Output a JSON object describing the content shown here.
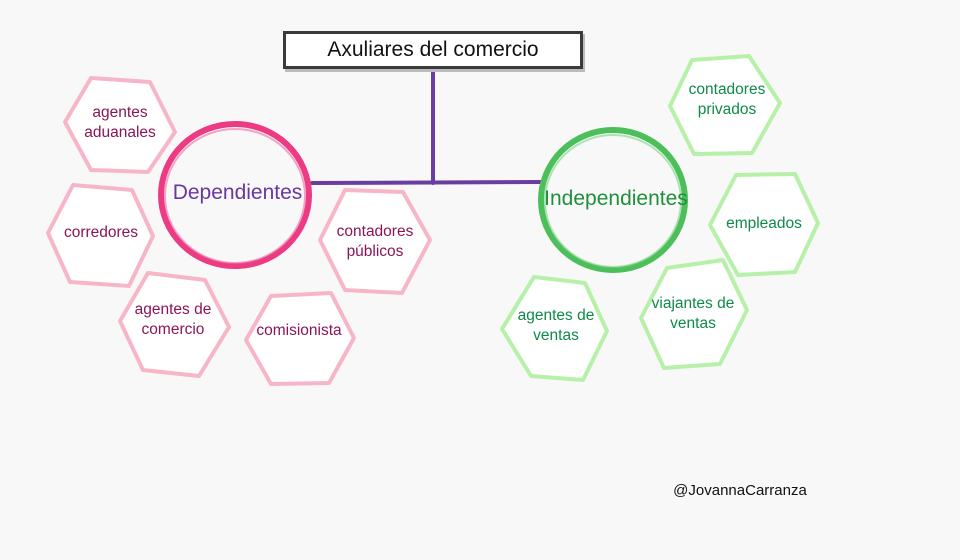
{
  "title": "Axuliares del comercio",
  "categories": {
    "dependientes": "Dependientes",
    "independientes": "Independientes"
  },
  "dependientes_items": {
    "agentes_aduanales": [
      "agentes",
      "aduanales"
    ],
    "corredores": [
      "corredores"
    ],
    "agentes_de_comercio": [
      "agentes de",
      "comercio"
    ],
    "comisionista": [
      "comisionista"
    ],
    "contadores_publicos": [
      "contadores",
      "públicos"
    ]
  },
  "independientes_items": {
    "contadores_privados": [
      "contadores",
      "privados"
    ],
    "empleados": [
      "empleados"
    ],
    "viajantes_de_ventas": [
      "viajantes de",
      "ventas"
    ],
    "agentes_de_ventas": [
      "agentes de",
      "ventas"
    ]
  },
  "credit": "@JovannaCarranza",
  "colors": {
    "pink_stroke": "#f7b6c8",
    "pink_circle": "#ec3a83",
    "pink_text": "#8b1557",
    "green_stroke": "#b7f0a9",
    "green_circle": "#4cbf5a",
    "green_text": "#0f8a4a",
    "connector": "#6a3ea0"
  }
}
